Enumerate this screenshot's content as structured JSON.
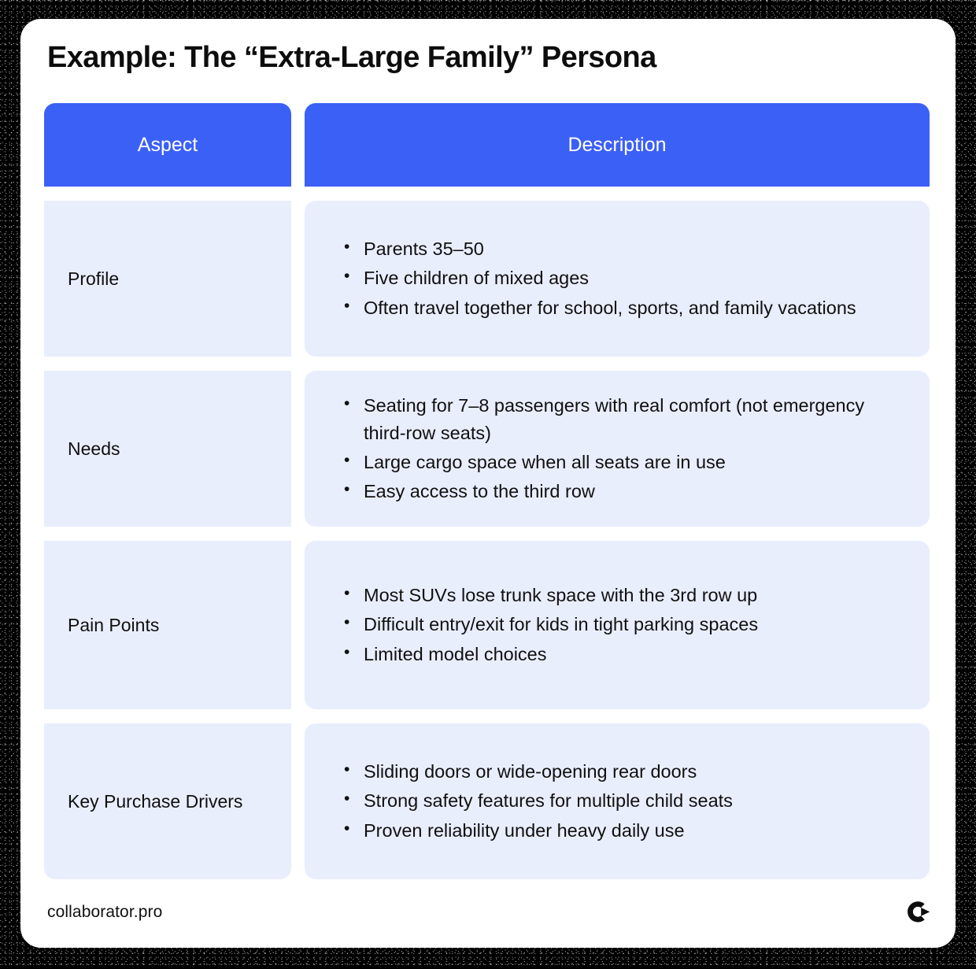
{
  "page": {
    "title": "Example: The “Extra-Large Family” Persona"
  },
  "colors": {
    "header_blue": "#3b60f6",
    "cell_background": "#e9eefd",
    "card_background": "#ffffff",
    "frame": "#000000",
    "text": "#101010",
    "header_text": "#ffffff"
  },
  "table": {
    "columns": [
      {
        "key": "aspect",
        "label": "Aspect"
      },
      {
        "key": "description",
        "label": "Description"
      }
    ],
    "rows": [
      {
        "aspect": "Profile",
        "bullets": [
          "Parents 35–50",
          "Five children of mixed ages",
          "Often travel together for school, sports, and family vacations"
        ]
      },
      {
        "aspect": "Needs",
        "bullets": [
          "Seating for 7–8 passengers with real comfort (not emergency third-row seats)",
          "Large cargo space when all seats are in use",
          "Easy access to the third row"
        ]
      },
      {
        "aspect": "Pain Points",
        "bullets": [
          "Most SUVs lose trunk space with the 3rd row up",
          "Difficult entry/exit for kids in tight parking spaces",
          "Limited model choices"
        ]
      },
      {
        "aspect": "Key Purchase Drivers",
        "bullets": [
          "Sliding doors or wide-opening rear doors",
          "Strong safety features for multiple child seats",
          "Proven reliability under heavy daily use"
        ]
      }
    ]
  },
  "footer": {
    "url": "collaborator.pro",
    "logo_name": "collaborator-logo-icon"
  }
}
